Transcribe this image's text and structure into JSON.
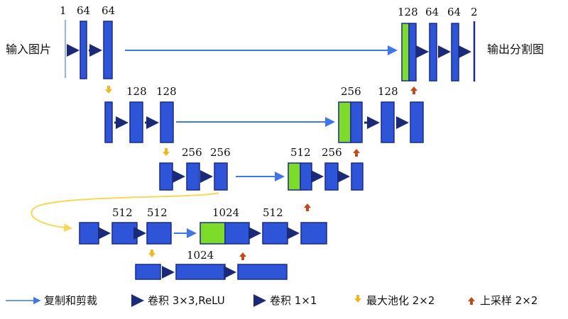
{
  "colors": {
    "block": "#2e55d8",
    "block_stroke": "#1a2a8a",
    "copy_block": "#7ddc2a",
    "conv_arrow": "#1b2a78",
    "copy_arrow": "#3f78e6",
    "conv1x1_arrow": "#3aa5a0",
    "pool_arrow": "#f0b820",
    "up_arrow": "#c24a1a",
    "skip_curve": "#f5d855",
    "input_line": "#6f99e8"
  },
  "input_label": "输入图片",
  "output_label": "输出分割图",
  "channel_labels": {
    "l1_in": "1",
    "l1_c1": "64",
    "l1_c2": "64",
    "r1_cat": "128",
    "r1_c1": "64",
    "r1_c2": "64",
    "r1_out": "2",
    "l2_c1": "128",
    "l2_c2": "128",
    "r2_cat": "256",
    "r2_c1": "128",
    "l3_c1": "256",
    "l3_c2": "256",
    "r3_cat": "512",
    "r3_c1": "256",
    "l4_c1": "512",
    "l4_c2": "512",
    "r4_cat": "1024",
    "r4_c1": "512",
    "b_c1": "1024"
  },
  "legend": {
    "copy_crop": "复制和剪裁",
    "conv3x3": "卷积 3×3,ReLU",
    "conv1x1": "卷积 1×1",
    "maxpool": "最大池化 2×2",
    "upsample": "上采样 2×2"
  }
}
